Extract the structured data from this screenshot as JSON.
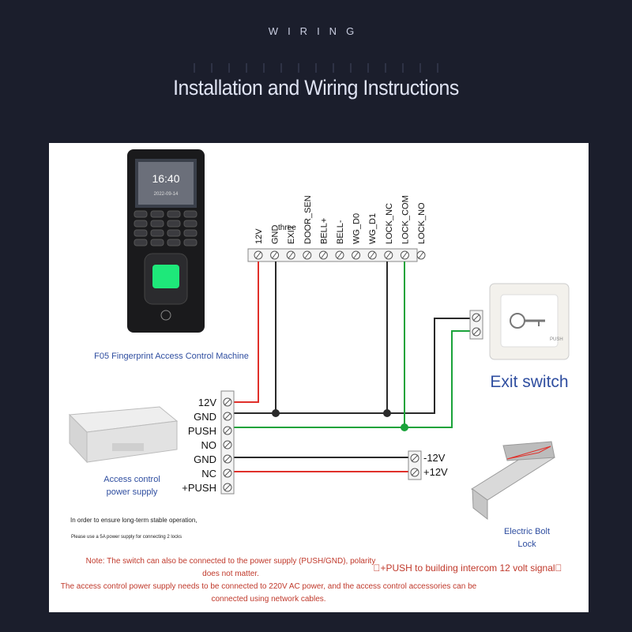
{
  "header": {
    "eyebrow": "WIRING",
    "title": "Installation and Wiring Instructions"
  },
  "device": {
    "clock": "16:40",
    "date": "2022-09-14",
    "caption": "F05 Fingerprint Access Control Machine"
  },
  "top_terminals": [
    "12V",
    "GND",
    "EXIT",
    "DOOR_SEN",
    "BELL+",
    "BELL-",
    "WG_D0",
    "WG_D1",
    "LOCK_NC",
    "LOCK_COM",
    "LOCK_NO"
  ],
  "top_overlay_label": "three",
  "psu_terminals": [
    "12V",
    "GND",
    "PUSH",
    "NO",
    "GND",
    "NC",
    "+PUSH"
  ],
  "psu_caption_1": "Access control",
  "psu_caption_2": "power supply",
  "exit_switch": {
    "label": "Exit switch",
    "push_text": "PUSH"
  },
  "lock": {
    "terminals": [
      "-12V",
      "+12V"
    ],
    "caption_1": "Electric Bolt",
    "caption_2": "Lock"
  },
  "small_notes": {
    "line1": "In order to ensure long-term stable operation,",
    "line2": "Please use a 5A power supply for connecting 2 locks"
  },
  "red_notes": {
    "line1": "Note: The switch can also be connected to the power supply (PUSH/GND), polarity",
    "line2": "does not matter.",
    "line3": "The access control power supply needs to be connected to 220V AC power, and the access control accessories can be",
    "line4": "connected using network cables.",
    "intercom": "\u0000+PUSH to building intercom 12 volt signal\u0000"
  },
  "colors": {
    "red_wire": "#e0302a",
    "black_wire": "#2a2a2a",
    "green_wire": "#1aa33a",
    "caption_blue": "#2f4ea0",
    "note_red": "#c0392b",
    "background": "#1b1e2c"
  }
}
